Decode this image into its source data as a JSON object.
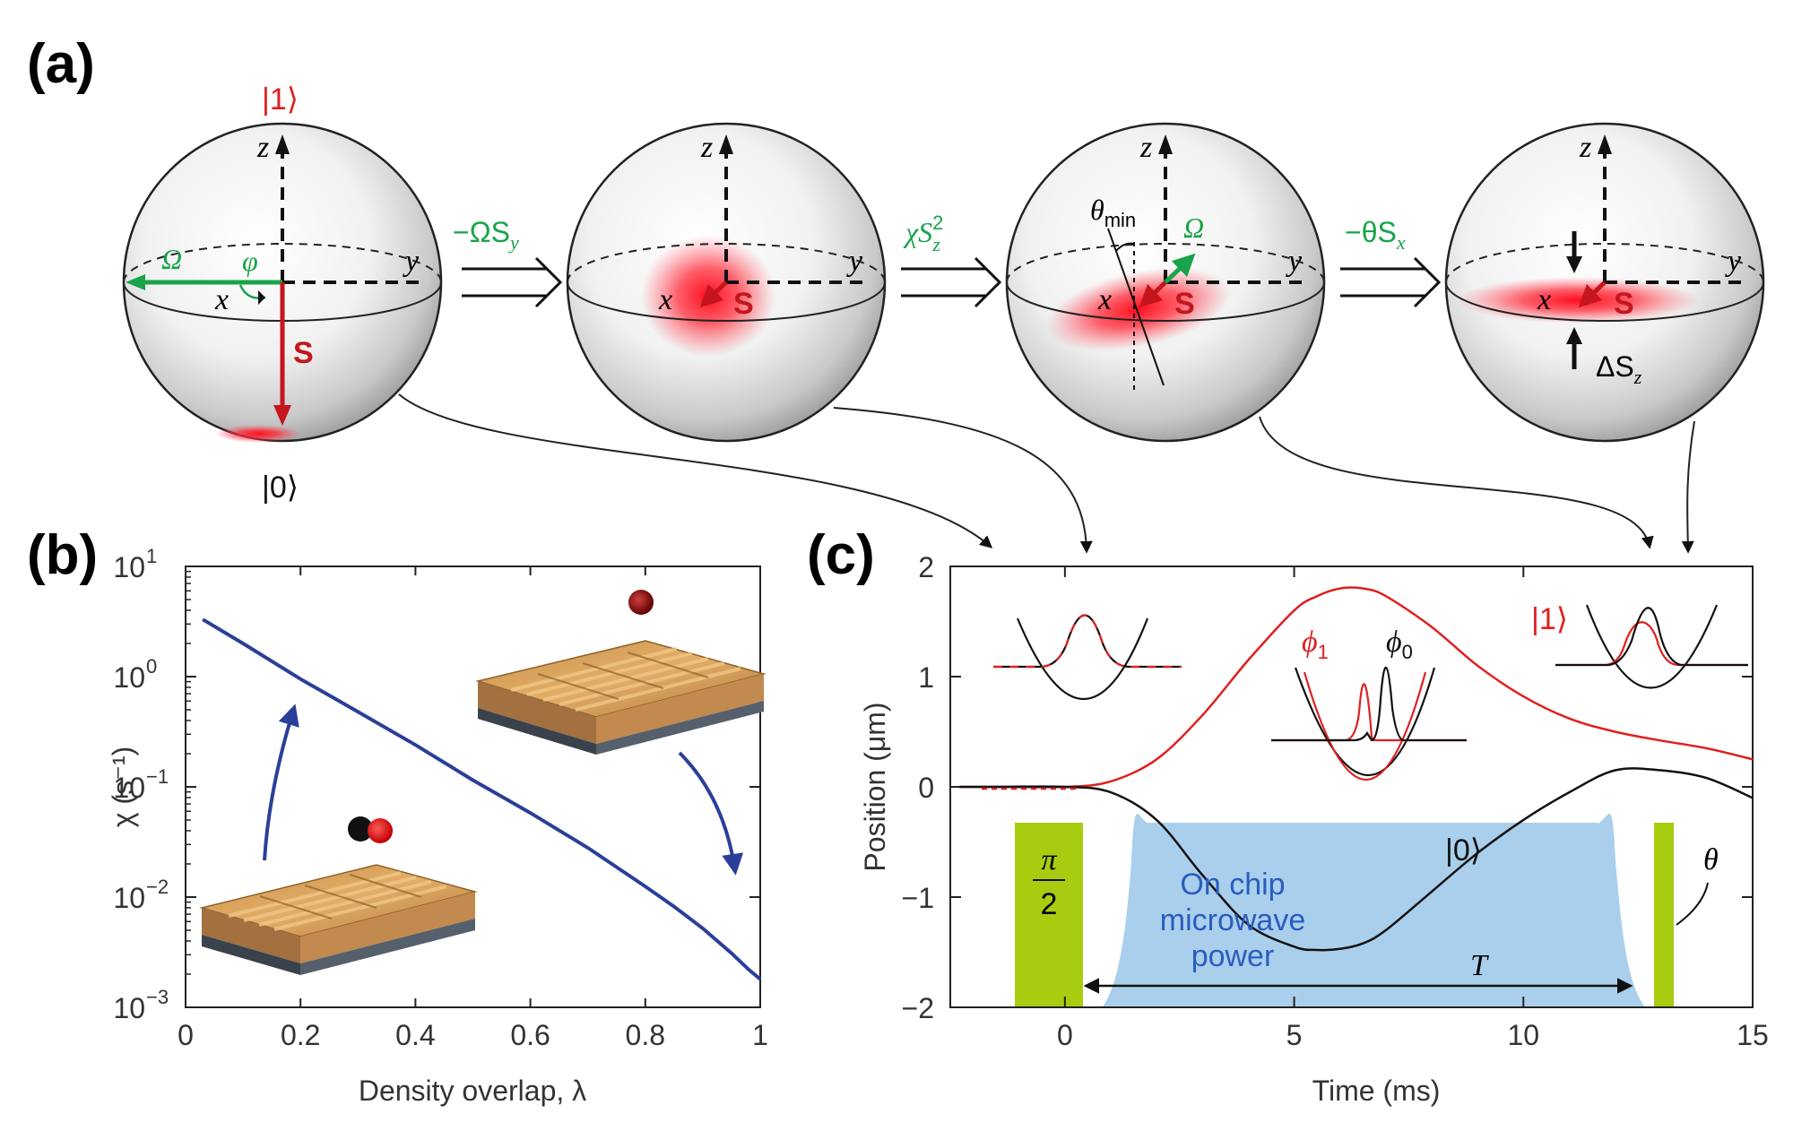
{
  "panel_labels": {
    "a": "(a)",
    "b": "(b)",
    "c": "(c)"
  },
  "panel_a": {
    "ket1": "|1⟩",
    "ket0": "|0⟩",
    "axis_x": "x",
    "axis_y": "y",
    "axis_z": "z",
    "spin": "S",
    "omega": "Ω",
    "phi": "φ",
    "theta_min": "θ",
    "theta_min_sub": "min",
    "delta_sz": "ΔS",
    "delta_sz_sub": "z",
    "op1": "−ΩS",
    "op1_sub": "y",
    "op2": "χS",
    "op2_sup": "2",
    "op2_sub": "z",
    "op3": "−θS",
    "op3_sub": "x"
  },
  "chart_data": [
    {
      "type": "line",
      "panel": "b",
      "xlabel": "Density overlap, λ",
      "ylabel": "χ (s⁻¹)",
      "xlim": [
        0,
        1
      ],
      "ylim": [
        0.001,
        10
      ],
      "yscale": "log",
      "xticks": [
        "0",
        "0.2",
        "0.4",
        "0.6",
        "0.8",
        "1"
      ],
      "yticks": [
        {
          "base": "10",
          "exp": "1"
        },
        {
          "base": "10",
          "exp": "0"
        },
        {
          "base": "10",
          "exp": "−1"
        },
        {
          "base": "10",
          "exp": "−2"
        },
        {
          "base": "10",
          "exp": "−3"
        }
      ],
      "x": [
        0.03,
        0.1,
        0.2,
        0.3,
        0.4,
        0.5,
        0.6,
        0.7,
        0.8,
        0.85,
        0.9,
        0.95,
        0.98,
        1.0
      ],
      "y": [
        3.3,
        2.0,
        0.95,
        0.48,
        0.24,
        0.115,
        0.058,
        0.028,
        0.0125,
        0.0082,
        0.0052,
        0.0031,
        0.0022,
        0.0018
      ],
      "color": "#2b3f99"
    },
    {
      "type": "line",
      "panel": "c",
      "xlabel": "Time (ms)",
      "ylabel": "Position (μm)",
      "xlim": [
        -2.5,
        15
      ],
      "ylim": [
        -2,
        2
      ],
      "xticks": [
        "0",
        "5",
        "10",
        "15"
      ],
      "yticks": [
        "2",
        "1",
        "0",
        "−1",
        "−2"
      ],
      "series": [
        {
          "name": "|1⟩",
          "color": "#e01f1f",
          "x": [
            -2.3,
            -1.5,
            0,
            1,
            2,
            3,
            4,
            5,
            5.5,
            6,
            6.5,
            7,
            8,
            9,
            10,
            11,
            12,
            13,
            14,
            15
          ],
          "y": [
            0,
            0,
            0,
            0.05,
            0.25,
            0.65,
            1.15,
            1.6,
            1.73,
            1.8,
            1.8,
            1.73,
            1.45,
            1.1,
            0.82,
            0.62,
            0.5,
            0.42,
            0.35,
            0.25
          ]
        },
        {
          "name": "|0⟩",
          "color": "#111111",
          "x": [
            -2.3,
            -1.5,
            0,
            1,
            2,
            3,
            4,
            5,
            5.5,
            6,
            6.5,
            7,
            8,
            9,
            10,
            11,
            12,
            13,
            14,
            15
          ],
          "y": [
            0,
            0,
            0,
            -0.05,
            -0.3,
            -0.8,
            -1.25,
            -1.45,
            -1.48,
            -1.47,
            -1.42,
            -1.3,
            -0.95,
            -0.6,
            -0.3,
            -0.05,
            0.15,
            0.15,
            0.08,
            -0.1
          ]
        }
      ],
      "annotations": {
        "pi_over_2_top": "π",
        "pi_over_2_bottom": "2",
        "theta": "θ",
        "T": "T",
        "phi1": "ϕ",
        "phi1_sub": "1",
        "phi0": "ϕ",
        "phi0_sub": "0",
        "ket1": "|1⟩",
        "ket0": "|0⟩",
        "microwave": [
          "On chip",
          "microwave",
          "power"
        ]
      },
      "colors": {
        "pulse": "#a8cc10",
        "microwave": "#a9cfec"
      }
    }
  ]
}
